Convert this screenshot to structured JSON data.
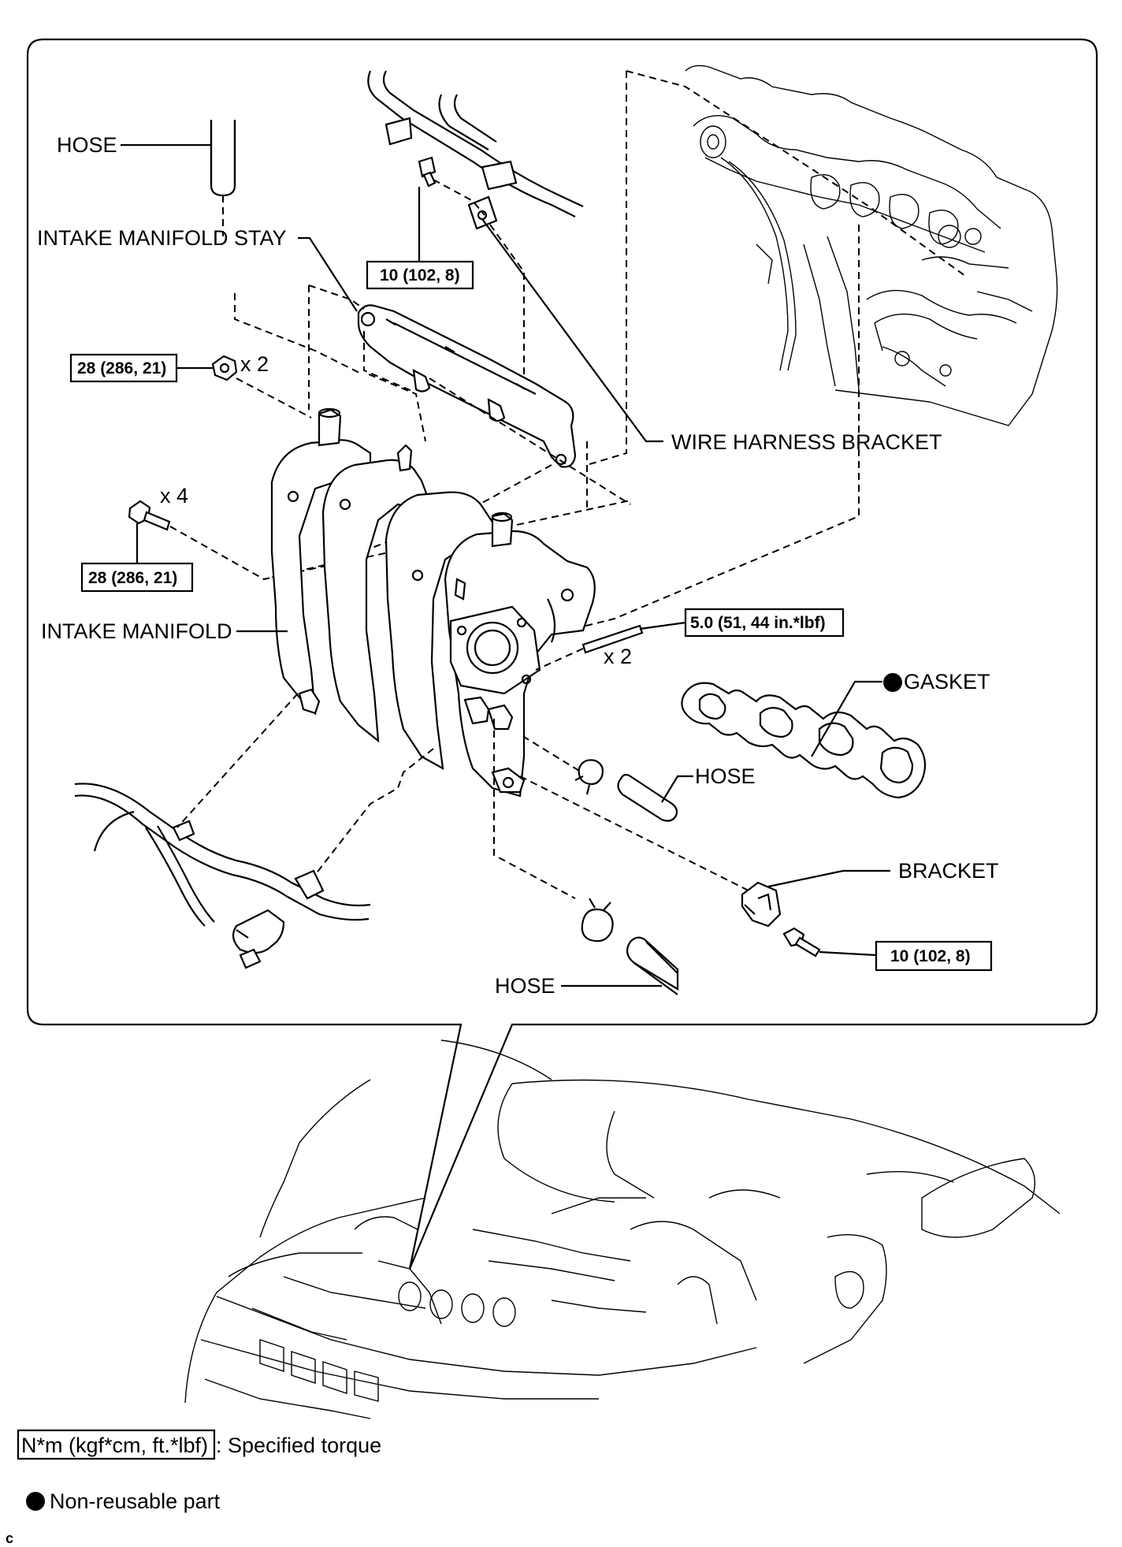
{
  "labels": {
    "hose_top": "HOSE",
    "stay": "INTAKE MANIFOLD STAY",
    "wire_bracket": "WIRE HARNESS BRACKET",
    "intake_manifold": "INTAKE MANIFOLD",
    "gasket": "GASKET",
    "hose_mid": "HOSE",
    "bracket": "BRACKET",
    "hose_bottom": "HOSE"
  },
  "torques": {
    "bolt_top": "10 (102, 8)",
    "nut_stay": "28 (286, 21)",
    "bolt_manifold": "28 (286, 21)",
    "stud": "5.0 (51, 44 in.*lbf)",
    "bolt_bracket": "10 (102, 8)"
  },
  "quantities": {
    "nut_stay": "x 2",
    "bolt_manifold": "x 4",
    "stud": "x 2"
  },
  "legend": {
    "torque_box": "N*m (kgf*cm, ft.*lbf)",
    "torque_desc": ": Specified torque",
    "nonreusable": "Non-reusable part"
  },
  "corner_mark": "c"
}
